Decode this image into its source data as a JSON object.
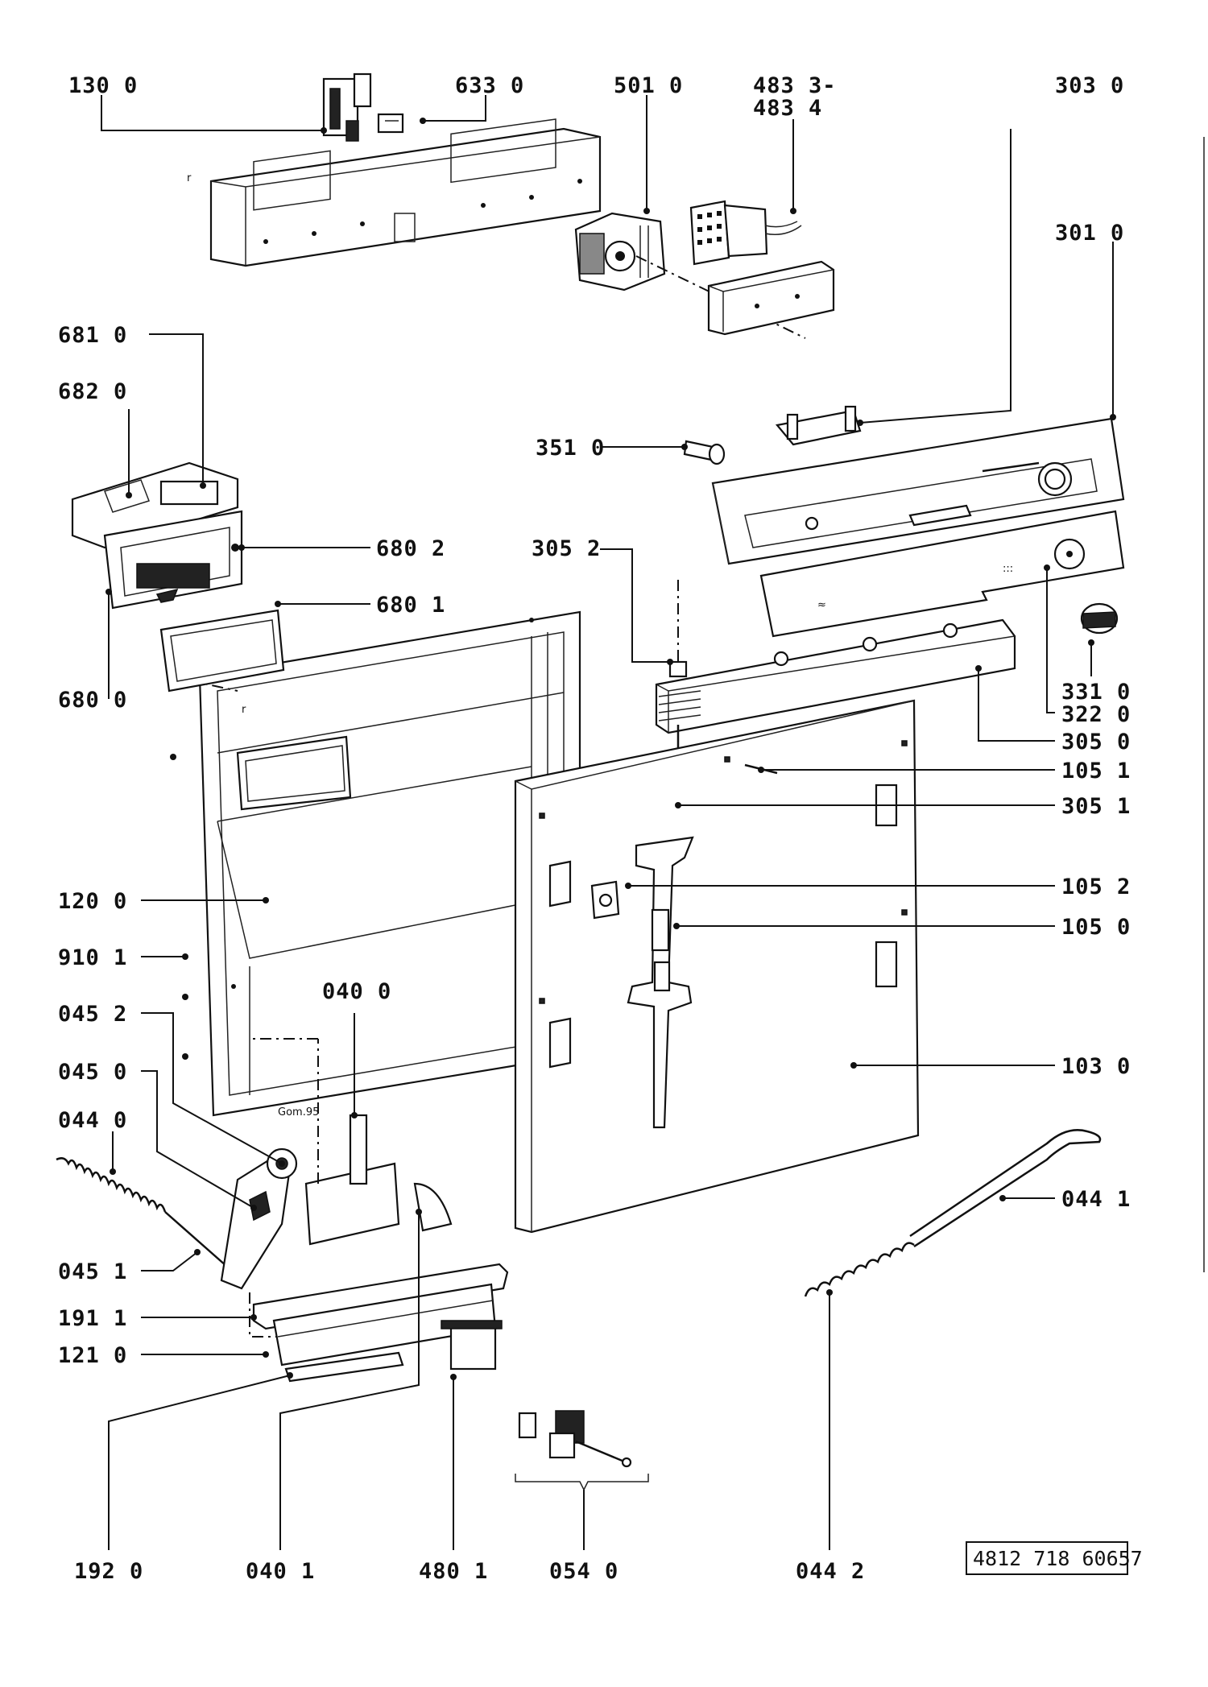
{
  "drawing_reference": "4812 718 60657",
  "sketch_marks": {
    "r_mark_1": "r",
    "r_mark_2": "r",
    "date_mark": "Gom.95"
  },
  "part_labels": [
    {
      "id": "130_0",
      "text": "130 0"
    },
    {
      "id": "633_0",
      "text": "633 0"
    },
    {
      "id": "501_0",
      "text": "501 0"
    },
    {
      "id": "483_3",
      "text": "483 3-"
    },
    {
      "id": "483_4",
      "text": "483 4"
    },
    {
      "id": "303_0",
      "text": "303 0"
    },
    {
      "id": "301_0",
      "text": "301 0"
    },
    {
      "id": "681_0",
      "text": "681 0"
    },
    {
      "id": "682_0",
      "text": "682 0"
    },
    {
      "id": "351_0",
      "text": "351 0"
    },
    {
      "id": "680_2",
      "text": "680 2"
    },
    {
      "id": "305_2",
      "text": "305 2"
    },
    {
      "id": "680_1",
      "text": "680 1"
    },
    {
      "id": "680_0",
      "text": "680 0"
    },
    {
      "id": "331_0",
      "text": "331 0"
    },
    {
      "id": "322_0",
      "text": "322 0"
    },
    {
      "id": "305_0",
      "text": "305 0"
    },
    {
      "id": "105_1",
      "text": "105 1"
    },
    {
      "id": "305_1",
      "text": "305 1"
    },
    {
      "id": "120_0",
      "text": "120 0"
    },
    {
      "id": "105_2",
      "text": "105 2"
    },
    {
      "id": "105_0",
      "text": "105 0"
    },
    {
      "id": "910_1",
      "text": "910 1"
    },
    {
      "id": "040_0",
      "text": "040 0"
    },
    {
      "id": "045_2",
      "text": "045 2"
    },
    {
      "id": "103_0",
      "text": "103 0"
    },
    {
      "id": "045_0",
      "text": "045 0"
    },
    {
      "id": "044_0",
      "text": "044 0"
    },
    {
      "id": "044_1",
      "text": "044 1"
    },
    {
      "id": "045_1",
      "text": "045 1"
    },
    {
      "id": "191_1",
      "text": "191 1"
    },
    {
      "id": "121_0",
      "text": "121 0"
    },
    {
      "id": "192_0",
      "text": "192 0"
    },
    {
      "id": "040_1",
      "text": "040 1"
    },
    {
      "id": "480_1",
      "text": "480 1"
    },
    {
      "id": "054_0",
      "text": "054 0"
    },
    {
      "id": "044_2",
      "text": "044 2"
    }
  ]
}
